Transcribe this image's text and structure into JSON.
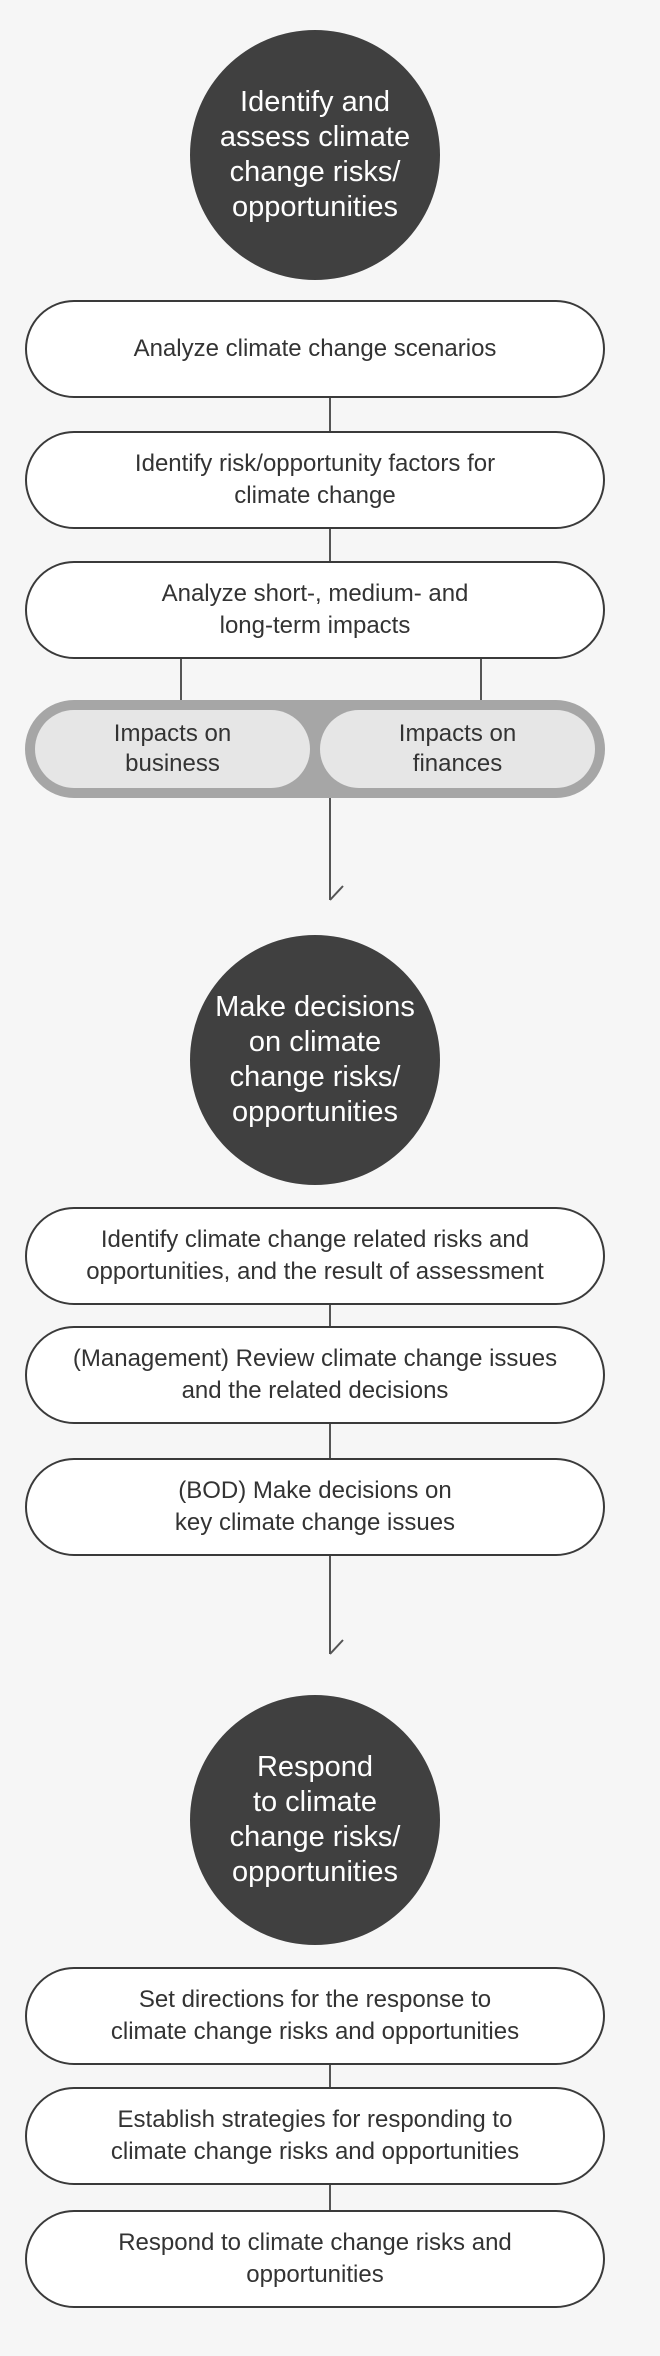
{
  "sections": [
    {
      "title": "Identify and\nassess climate\nchange risks/\nopportunities",
      "steps": [
        "Analyze climate change scenarios",
        "Identify risk/opportunity factors for\nclimate change",
        "Analyze short-, medium- and\nlong-term impacts"
      ],
      "impacts": [
        "Impacts on\nbusiness",
        "Impacts on\nfinances"
      ]
    },
    {
      "title": "Make decisions\non climate\nchange risks/\nopportunities",
      "steps": [
        "Identify climate change related risks and\nopportunities, and the result of assessment",
        "(Management) Review climate change issues\nand the related decisions",
        "(BOD) Make decisions on\nkey climate change issues"
      ]
    },
    {
      "title": "Respond\nto climate\nchange risks/\nopportunities",
      "steps": [
        "Set directions for the response to\nclimate change risks and opportunities",
        "Establish strategies for responding to\nclimate change risks and opportunities",
        "Respond to climate change risks and\nopportunities"
      ]
    }
  ],
  "colors": {
    "background": "#f6f6f6",
    "circle": "#404040",
    "box_border": "#3a3a3a",
    "impact_outer": "#a6a6a6",
    "impact_inner": "#e6e6e6"
  }
}
